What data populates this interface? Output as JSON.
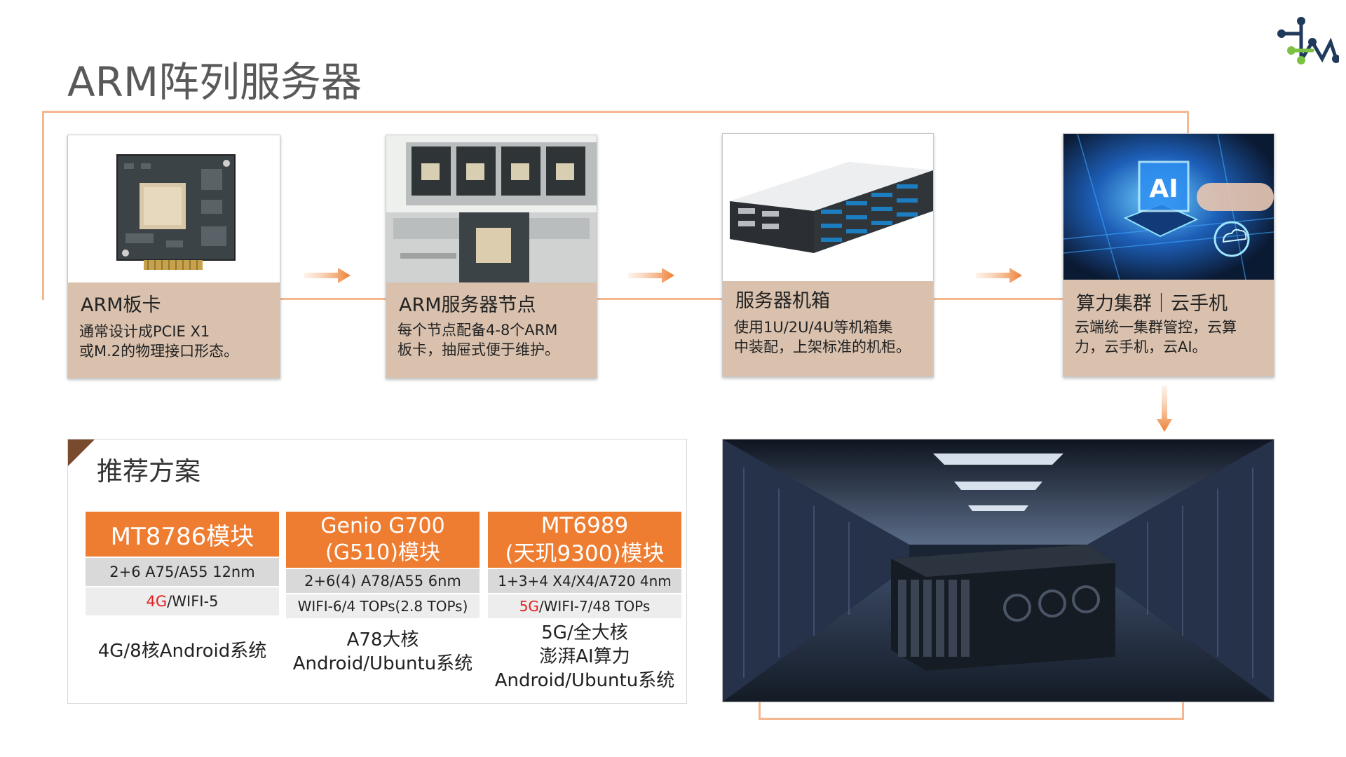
{
  "title": "ARM阵列服务器",
  "flow": [
    {
      "name": "ARM板卡",
      "desc_lines": [
        "通常设计成PCIE X1",
        "或M.2的物理接口形态。"
      ],
      "image": "arm-board-photo"
    },
    {
      "name": "ARM服务器节点",
      "desc_lines": [
        "每个节点配备4-8个ARM",
        "板卡，抽屉式便于维护。"
      ],
      "image": "server-node-photo"
    },
    {
      "name": "服务器机箱",
      "desc_lines": [
        "使用1U/2U/4U等机箱集",
        "中装配，上架标准的机柜。"
      ],
      "image": "server-chassis-photo"
    },
    {
      "name": "算力集群｜云手机",
      "desc_lines": [
        "云端统一集群管控，云算",
        "力，云手机，云AI。"
      ],
      "image": "ai-cloud-photo"
    }
  ],
  "recommend": {
    "title": "推荐方案",
    "modules": [
      {
        "head_lines": [
          "MT8786模块"
        ],
        "spec": "2+6 A75/A55  12nm",
        "conn_red": "4G",
        "conn_rest": "/WIFI-5",
        "summary_lines": [
          "4G/8核Android系统"
        ]
      },
      {
        "head_lines": [
          "Genio G700",
          "(G510)模块"
        ],
        "spec": "2+6(4) A78/A55  6nm",
        "conn_red": "",
        "conn_rest": "WIFI-6/4 TOPs(2.8 TOPs)",
        "summary_lines": [
          "A78大核",
          "Android/Ubuntu系统"
        ]
      },
      {
        "head_lines": [
          "MT6989",
          "(天玑9300)模块"
        ],
        "spec": "1+3+4 X4/X4/A720 4nm",
        "conn_red": "5G",
        "conn_rest": "/WIFI-7/48 TOPs",
        "summary_lines": [
          "5G/全大核",
          "澎湃AI算力",
          "Android/Ubuntu系统"
        ]
      }
    ]
  },
  "colors": {
    "accent": "#ee7d31",
    "line": "#f5b78f",
    "card": "#d9c1ae",
    "red": "#e02020"
  },
  "logo": "brand-logo-icon"
}
